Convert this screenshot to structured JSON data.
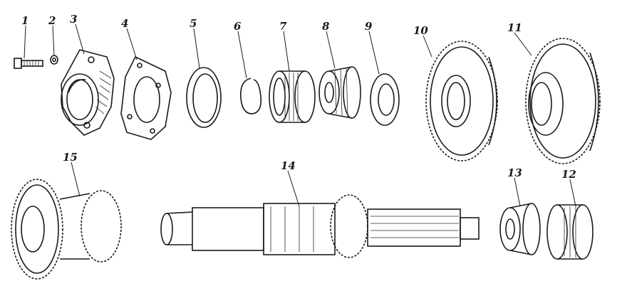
{
  "parts": [
    {
      "id": "p1",
      "label": "1"
    },
    {
      "id": "p2",
      "label": "2"
    },
    {
      "id": "p3",
      "label": "3"
    },
    {
      "id": "p4",
      "label": "4"
    },
    {
      "id": "p5",
      "label": "5"
    },
    {
      "id": "p6",
      "label": "6"
    },
    {
      "id": "p7",
      "label": "7"
    },
    {
      "id": "p8",
      "label": "8"
    },
    {
      "id": "p9",
      "label": "9"
    },
    {
      "id": "p10",
      "label": "10"
    },
    {
      "id": "p11",
      "label": "11"
    },
    {
      "id": "p12",
      "label": "12"
    },
    {
      "id": "p13",
      "label": "13"
    },
    {
      "id": "p14",
      "label": "14"
    },
    {
      "id": "p15",
      "label": "15"
    }
  ]
}
